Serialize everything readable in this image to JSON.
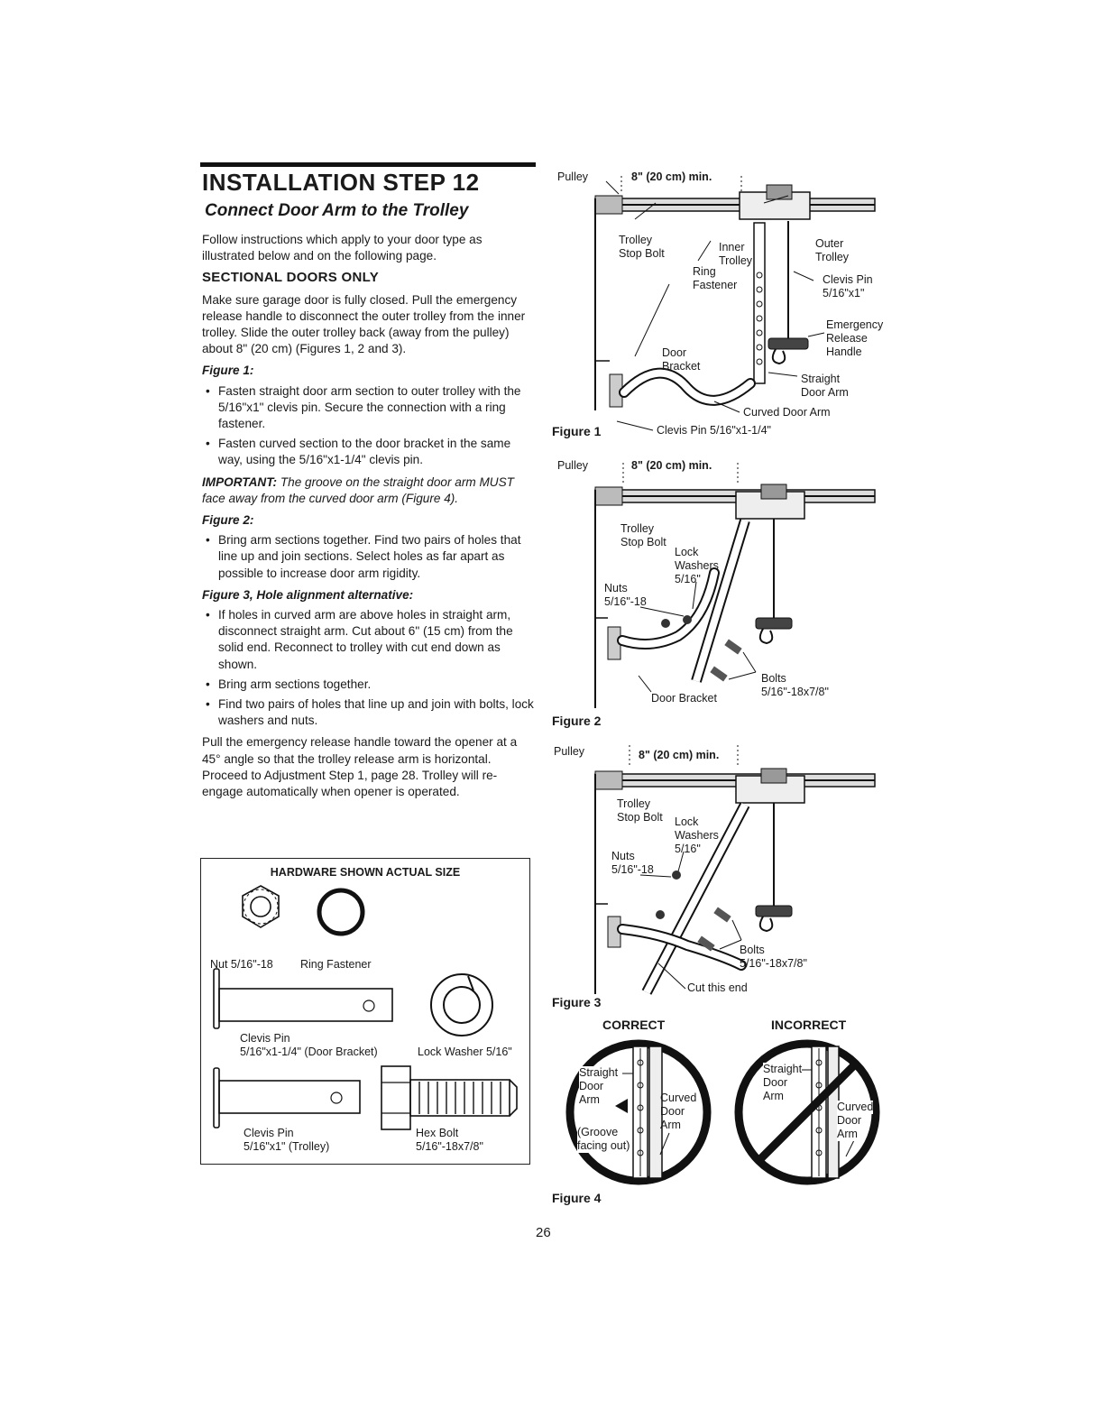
{
  "step": {
    "title": "INSTALLATION STEP 12",
    "subtitle": "Connect Door Arm to the Trolley",
    "intro": "Follow instructions which apply to your door type as illustrated below and on the following page.",
    "section_heading": "SECTIONAL DOORS ONLY",
    "paragraph1": "Make sure garage door is fully closed. Pull the emergency release handle to disconnect the outer trolley from the inner trolley. Slide the outer trolley back (away from the pulley) about 8\" (20 cm) (Figures 1, 2 and 3).",
    "figure1_heading": "Figure 1:",
    "figure1_bullets": [
      "Fasten straight door arm section to outer trolley with the 5/16\"x1\" clevis pin. Secure the connection with a ring fastener.",
      "Fasten curved section to the door bracket in the same way, using the 5/16\"x1-1/4\" clevis pin."
    ],
    "important_label": "IMPORTANT:",
    "important_text": " The groove on the straight door arm MUST face away from the curved door arm (Figure 4).",
    "figure2_heading": "Figure 2:",
    "figure2_bullets": [
      "Bring arm sections together. Find two pairs of holes that line up and join sections. Select holes as far apart as possible to increase door arm rigidity."
    ],
    "figure3_heading": "Figure 3, Hole alignment alternative:",
    "figure3_bullets": [
      "If holes in curved arm are above holes in straight arm, disconnect straight arm. Cut about 6\" (15 cm) from the solid end. Reconnect to trolley with cut end down as shown.",
      "Bring arm sections together.",
      "Find two pairs of holes that line up and join with bolts, lock washers and nuts."
    ],
    "closing": "Pull the emergency release handle toward the opener at a 45° angle so that the trolley release arm is horizontal. Proceed to Adjustment Step 1, page 28. Trolley will re-engage automatically when opener is operated."
  },
  "hardware": {
    "title": "HARDWARE SHOWN ACTUAL SIZE",
    "nut": "Nut 5/16\"-18",
    "ring": "Ring Fastener",
    "clevis_bracket_1": "Clevis Pin",
    "clevis_bracket_2": "5/16\"x1-1/4\" (Door Bracket)",
    "lock_washer": "Lock Washer 5/16\"",
    "clevis_trolley_1": "Clevis Pin",
    "clevis_trolley_2": "5/16\"x1\" (Trolley)",
    "hex_bolt_1": "Hex Bolt",
    "hex_bolt_2": "5/16\"-18x7/8\""
  },
  "figures": {
    "fig1": {
      "caption": "Figure 1",
      "pulley": "Pulley",
      "dim": "8\" (20 cm) min.",
      "trolley_stop_bolt_1": "Trolley",
      "trolley_stop_bolt_2": "Stop Bolt",
      "inner_trolley_1": "Inner",
      "inner_trolley_2": "Trolley",
      "outer_trolley_1": "Outer",
      "outer_trolley_2": "Trolley",
      "ring_fastener_1": "Ring",
      "ring_fastener_2": "Fastener",
      "clevis_pin_1": "Clevis Pin",
      "clevis_pin_2": "5/16\"x1\"",
      "release_1": "Emergency",
      "release_2": "Release",
      "release_3": "Handle",
      "door_bracket_1": "Door",
      "door_bracket_2": "Bracket",
      "straight_arm_1": "Straight",
      "straight_arm_2": "Door Arm",
      "curved_arm": "Curved Door Arm",
      "clevis_pin_bottom": "Clevis Pin 5/16\"x1-1/4\""
    },
    "fig2": {
      "caption": "Figure 2",
      "pulley": "Pulley",
      "dim": "8\" (20 cm) min.",
      "trolley_stop_bolt_1": "Trolley",
      "trolley_stop_bolt_2": "Stop Bolt",
      "lock_1": "Lock",
      "lock_2": "Washers",
      "lock_3": "5/16\"",
      "nuts_1": "Nuts",
      "nuts_2": "5/16\"-18",
      "bolts_1": "Bolts",
      "bolts_2": "5/16\"-18x7/8\"",
      "door_bracket": "Door Bracket"
    },
    "fig3": {
      "caption": "Figure 3",
      "pulley": "Pulley",
      "dim": "8\" (20 cm) min.",
      "trolley_stop_bolt_1": "Trolley",
      "trolley_stop_bolt_2": "Stop Bolt",
      "lock_1": "Lock",
      "lock_2": "Washers",
      "lock_3": "5/16\"",
      "nuts_1": "Nuts",
      "nuts_2": "5/16\"-18",
      "bolts_1": "Bolts",
      "bolts_2": "5/16\"-18x7/8\"",
      "cut_end": "Cut this end"
    },
    "fig4": {
      "caption": "Figure 4",
      "correct": "CORRECT",
      "incorrect": "INCORRECT",
      "c_straight_1": "Straight",
      "c_straight_2": "Door",
      "c_straight_3": "Arm",
      "c_groove_1": "(Groove",
      "c_groove_2": "facing out)",
      "c_curved_1": "Curved",
      "c_curved_2": "Door",
      "c_curved_3": "Arm",
      "i_straight_1": "Straight",
      "i_straight_2": "Door",
      "i_straight_3": "Arm",
      "i_curved_1": "Curved",
      "i_curved_2": "Door",
      "i_curved_3": "Arm"
    }
  },
  "page_number": "26"
}
